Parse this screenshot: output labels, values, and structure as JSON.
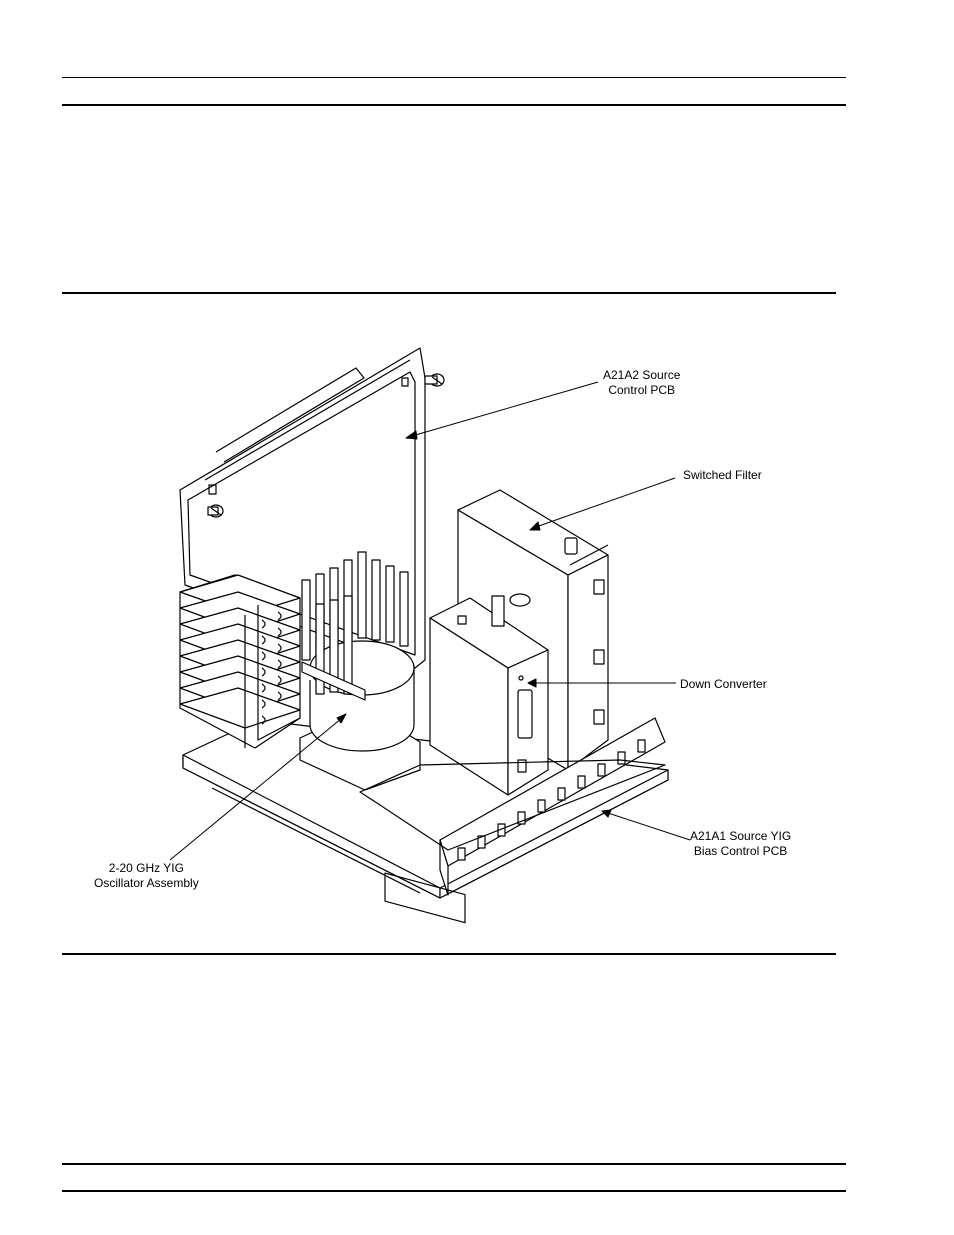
{
  "figure": {
    "callouts": {
      "source_control_pcb": {
        "line1": "A21A2 Source",
        "line2": "Control PCB"
      },
      "switched_filter": {
        "line1": "Switched Filter"
      },
      "down_converter": {
        "line1": "Down Converter"
      },
      "bias_control_pcb": {
        "line1": "A21A1 Source YIG",
        "line2": "Bias Control PCB"
      },
      "yig_oscillator": {
        "line1": "2-20 GHz YIG",
        "line2": "Oscillator Assembly"
      }
    }
  }
}
